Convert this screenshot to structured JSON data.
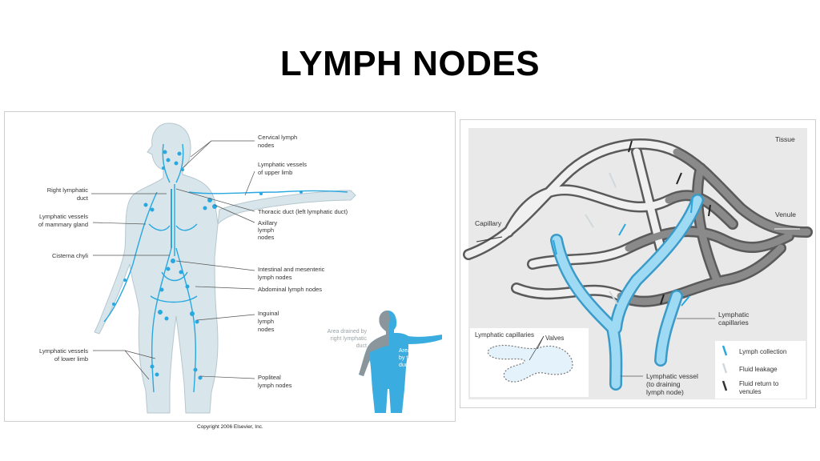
{
  "title": "LYMPH NODES",
  "left_diagram": {
    "labels": {
      "cervical": [
        "Cervical lymph",
        "nodes"
      ],
      "upper_limb": [
        "Lymphatic vessels",
        "of upper limb"
      ],
      "thoracic": [
        "Thoracic duct (left lymphatic duct)"
      ],
      "axillary": [
        "Axillary",
        "lymph",
        "nodes"
      ],
      "intestinal": [
        "Intestinal and mesenteric",
        "lymph nodes"
      ],
      "abdominal": [
        "Abdominal lymph nodes"
      ],
      "inguinal": [
        "Inguinal",
        "lymph",
        "nodes"
      ],
      "popliteal": [
        "Popliteal",
        "lymph nodes"
      ],
      "right_duct": [
        "Right lymphatic",
        "duct"
      ],
      "mammary": [
        "Lymphatic vessels",
        "of mammary gland"
      ],
      "cisterna": [
        "Cisterna chyli"
      ],
      "lower_limb": [
        "Lymphatic vessels",
        "of lower limb"
      ],
      "right_area": [
        "Area drained by",
        "right lymphatic",
        "duct"
      ],
      "thoracic_area": [
        "Area drained",
        "by thoracic",
        "duct"
      ]
    },
    "copyright": "Copyright 2006 Elsevier, Inc."
  },
  "right_diagram": {
    "labels": {
      "tissue": [
        "Tissue"
      ],
      "capillary": [
        "Capillary"
      ],
      "venule": [
        "Venule"
      ],
      "lymphatic_capillaries": [
        "Lymphatic",
        "capillaries"
      ],
      "lymphatic_vessel": [
        "Lymphatic vessel",
        "(to draining",
        "lymph node)"
      ],
      "inset_title": [
        "Lymphatic capillaries"
      ],
      "valves": [
        "Valves"
      ]
    },
    "legend": [
      {
        "label": [
          "Lymph collection"
        ],
        "color": "#29a8e0"
      },
      {
        "label": [
          "Fluid leakage"
        ],
        "color": "#cfd8dc"
      },
      {
        "label": [
          "Fluid return to",
          "venules"
        ],
        "color": "#333333"
      }
    ]
  },
  "colors": {
    "lymph": "#29a8e0",
    "body": "#d8e6ec",
    "vessel_dark": "#5a5a5a",
    "vessel_light": "#e8e8e8"
  }
}
